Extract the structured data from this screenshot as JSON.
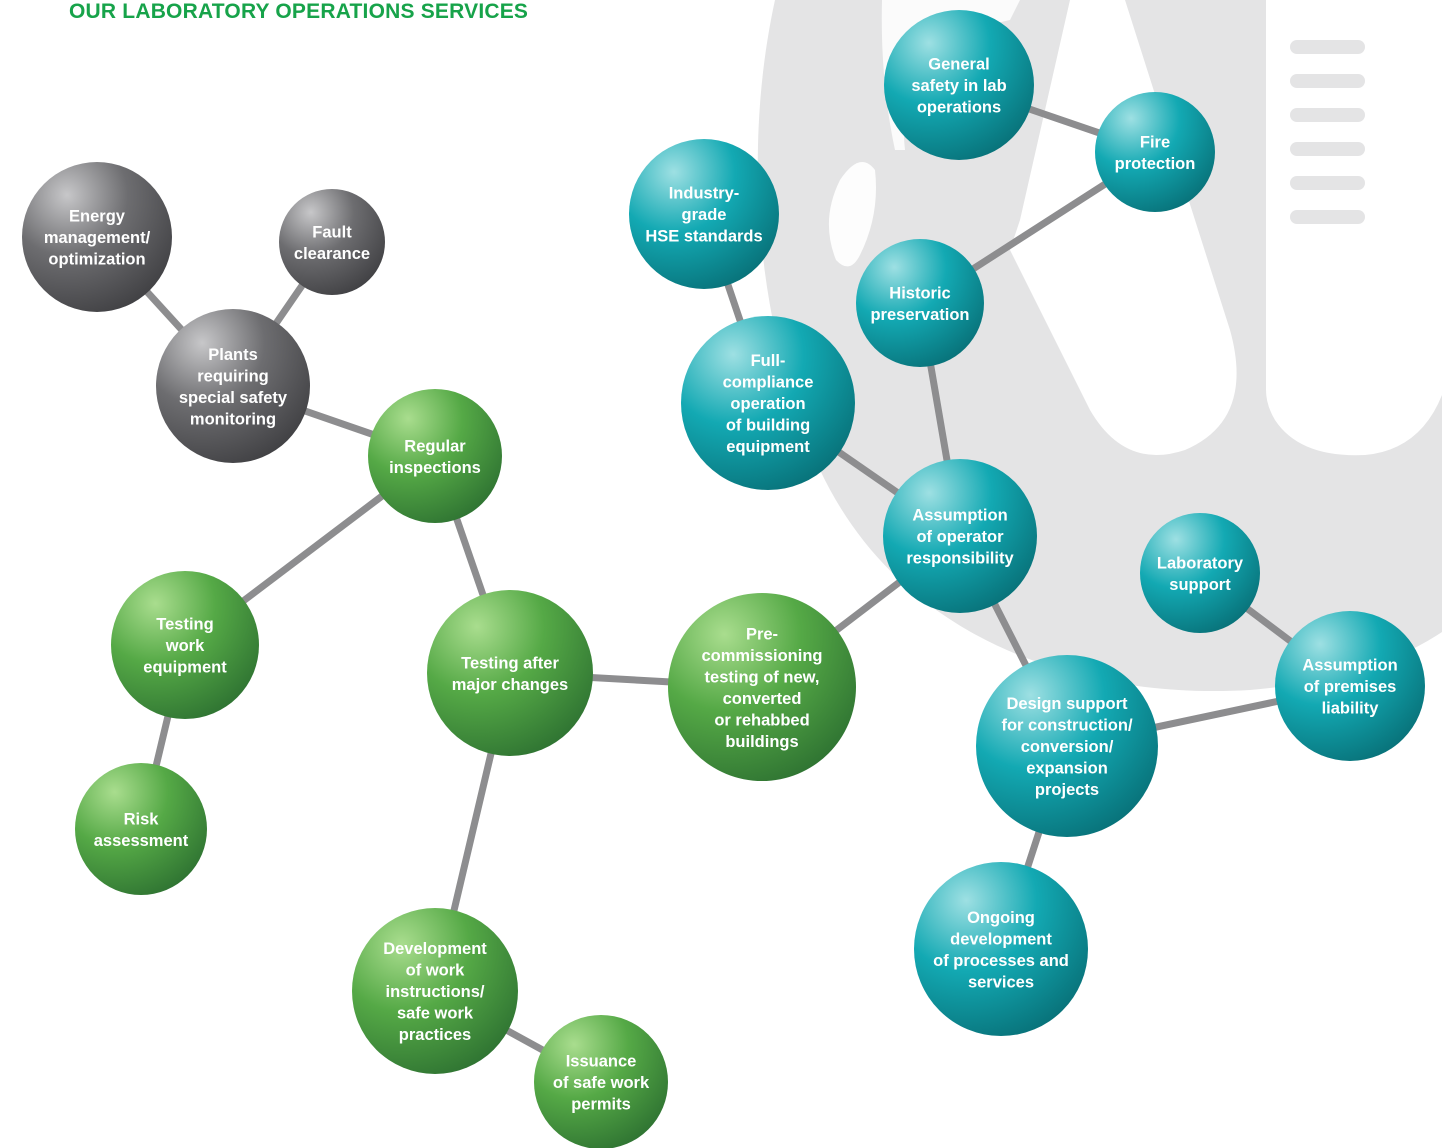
{
  "title": "OUR LABORATORY OPERATIONS SERVICES",
  "colors": {
    "title": "#17a34a",
    "edge": "#8d8d8f",
    "background_shape": "#e4e4e5",
    "background_icon": "#ffffff",
    "gray_group": [
      "#c7c7c9",
      "#6d6d70",
      "#3c3c3f"
    ],
    "green_group": [
      "#a9dd8e",
      "#55a946",
      "#2b6e30"
    ],
    "teal_group": [
      "#9ee0e3",
      "#13a9b3",
      "#076c73"
    ]
  },
  "background_icons": [
    "flask-icon",
    "test-tube-icon"
  ],
  "nodes": [
    {
      "id": "energy",
      "group": "gray",
      "lines": [
        "Energy",
        "management/",
        "optimization"
      ]
    },
    {
      "id": "fault",
      "group": "gray",
      "lines": [
        "Fault",
        "clearance"
      ]
    },
    {
      "id": "plants",
      "group": "gray",
      "lines": [
        "Plants",
        "requiring",
        "special safety",
        "monitoring"
      ]
    },
    {
      "id": "regular",
      "group": "green",
      "lines": [
        "Regular",
        "inspections"
      ]
    },
    {
      "id": "testing-work",
      "group": "green",
      "lines": [
        "Testing",
        "work",
        "equipment"
      ]
    },
    {
      "id": "risk",
      "group": "green",
      "lines": [
        "Risk",
        "assessment"
      ]
    },
    {
      "id": "testing-after",
      "group": "green",
      "lines": [
        "Testing after",
        "major changes"
      ]
    },
    {
      "id": "development",
      "group": "green",
      "lines": [
        "Development",
        "of work",
        "instructions/",
        "safe work",
        "practices"
      ]
    },
    {
      "id": "issuance",
      "group": "green",
      "lines": [
        "Issuance",
        "of safe work",
        "permits"
      ]
    },
    {
      "id": "precommissioning",
      "group": "green",
      "lines": [
        "Pre-",
        "commissioning",
        "testing of new,",
        "converted",
        "or rehabbed",
        "buildings"
      ]
    },
    {
      "id": "industry",
      "group": "teal",
      "lines": [
        "Industry-",
        "grade",
        "HSE standards"
      ]
    },
    {
      "id": "full",
      "group": "teal",
      "lines": [
        "Full-",
        "compliance",
        "operation",
        "of building",
        "equipment"
      ]
    },
    {
      "id": "general",
      "group": "teal",
      "lines": [
        "General",
        "safety in lab",
        "operations"
      ]
    },
    {
      "id": "fire",
      "group": "teal",
      "lines": [
        "Fire",
        "protection"
      ]
    },
    {
      "id": "historic",
      "group": "teal",
      "lines": [
        "Historic",
        "preservation"
      ]
    },
    {
      "id": "assumption-op",
      "group": "teal",
      "lines": [
        "Assumption",
        "of operator",
        "responsibility"
      ]
    },
    {
      "id": "lab-support",
      "group": "teal",
      "lines": [
        "Laboratory",
        "support"
      ]
    },
    {
      "id": "assumption-prem",
      "group": "teal",
      "lines": [
        "Assumption",
        "of premises",
        "liability"
      ]
    },
    {
      "id": "design",
      "group": "teal",
      "lines": [
        "Design support",
        "for construction/",
        "conversion/",
        "expansion",
        "projects"
      ]
    },
    {
      "id": "ongoing",
      "group": "teal",
      "lines": [
        "Ongoing",
        "development",
        "of processes and",
        "services"
      ]
    }
  ],
  "edges": [
    [
      "energy",
      "plants"
    ],
    [
      "fault",
      "plants"
    ],
    [
      "plants",
      "regular"
    ],
    [
      "regular",
      "testing-work"
    ],
    [
      "regular",
      "testing-after"
    ],
    [
      "testing-work",
      "risk"
    ],
    [
      "testing-after",
      "development"
    ],
    [
      "development",
      "issuance"
    ],
    [
      "testing-after",
      "precommissioning"
    ],
    [
      "precommissioning",
      "assumption-op"
    ],
    [
      "industry",
      "full"
    ],
    [
      "full",
      "assumption-op"
    ],
    [
      "general",
      "fire"
    ],
    [
      "fire",
      "historic"
    ],
    [
      "historic",
      "assumption-op"
    ],
    [
      "assumption-op",
      "design"
    ],
    [
      "design",
      "assumption-prem"
    ],
    [
      "lab-support",
      "assumption-prem"
    ],
    [
      "design",
      "ongoing"
    ]
  ]
}
